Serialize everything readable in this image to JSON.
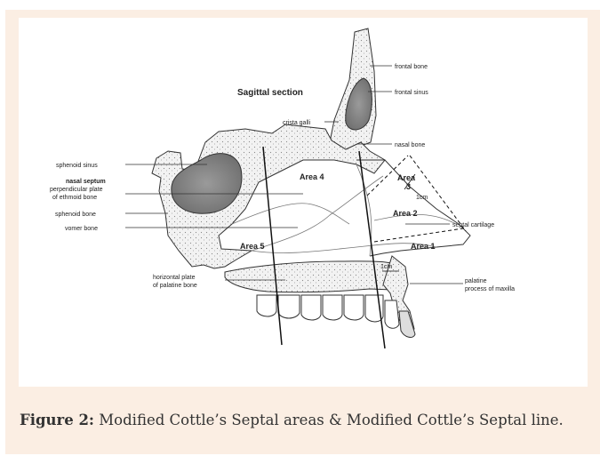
{
  "figure": {
    "title": "Sagittal section",
    "labels": {
      "frontal_bone": "frontal bone",
      "frontal_sinus": "frontal sinus",
      "crista_galli": "crista galli",
      "nasal_bone": "nasal bone",
      "sphenoid_sinus": "sphenoid sinus",
      "nasal_septum": "nasal septum",
      "perpendicular_plate_1": "perpendicular plate",
      "perpendicular_plate_2": "of ethmoid bone",
      "sphenoid_bone": "sphenoid bone",
      "vomer_bone": "vomer bone",
      "septal_cartilage": "septal cartilage",
      "horizontal_plate_1": "horizontal plate",
      "horizontal_plate_2": "of palatine bone",
      "palatine_process_1": "palatine",
      "palatine_process_2": "process of maxilla"
    },
    "areas": {
      "area1": "Area 1",
      "area2": "Area 2",
      "area3_line1": "Area",
      "area3_line2": "3",
      "area4": "Area 4",
      "area5": "Area 5"
    },
    "measures": {
      "m1": "1cm",
      "m2": "1cm"
    }
  },
  "caption": {
    "label": "Figure 2:",
    "text": " Modified Cottle’s Septal areas & Modified Cottle’s Septal line."
  }
}
